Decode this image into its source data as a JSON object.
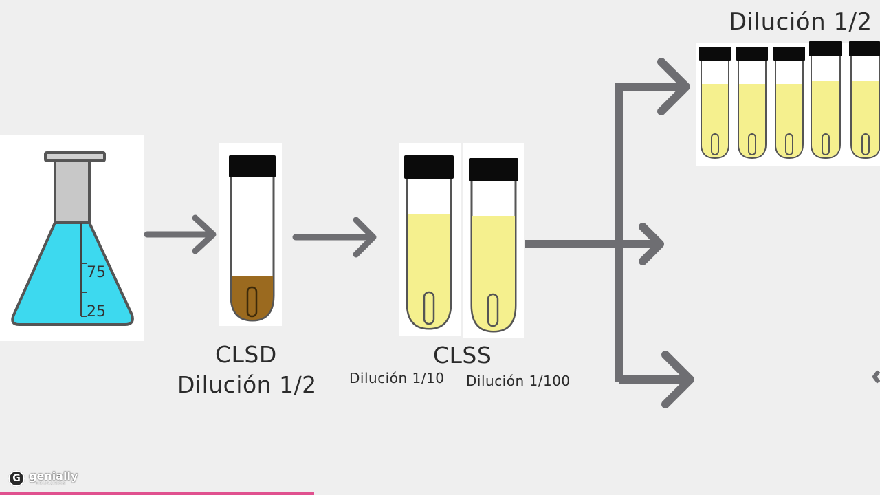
{
  "labels": {
    "clsd": "CLSD",
    "clsd_dilution": "Dilución 1/2",
    "clss": "CLSS",
    "dilution_10": "Dilución 1/10",
    "dilution_100": "Dilución 1/100",
    "top_dilution": "Dilución 1/2"
  },
  "flask": {
    "marks": [
      "75",
      "25"
    ],
    "liquid_color": "#3dd9ef"
  },
  "colors": {
    "arrow": "#6e6e72",
    "cap": "#0b0b0b",
    "yellow_medium": "#f5f08e",
    "brown_medium": "#9b6a1f",
    "accent_pink": "#e0518f"
  },
  "brand": {
    "name": "genially",
    "subtitle": "EDUCATION",
    "logo_letter": "G"
  },
  "progress": 0.357
}
